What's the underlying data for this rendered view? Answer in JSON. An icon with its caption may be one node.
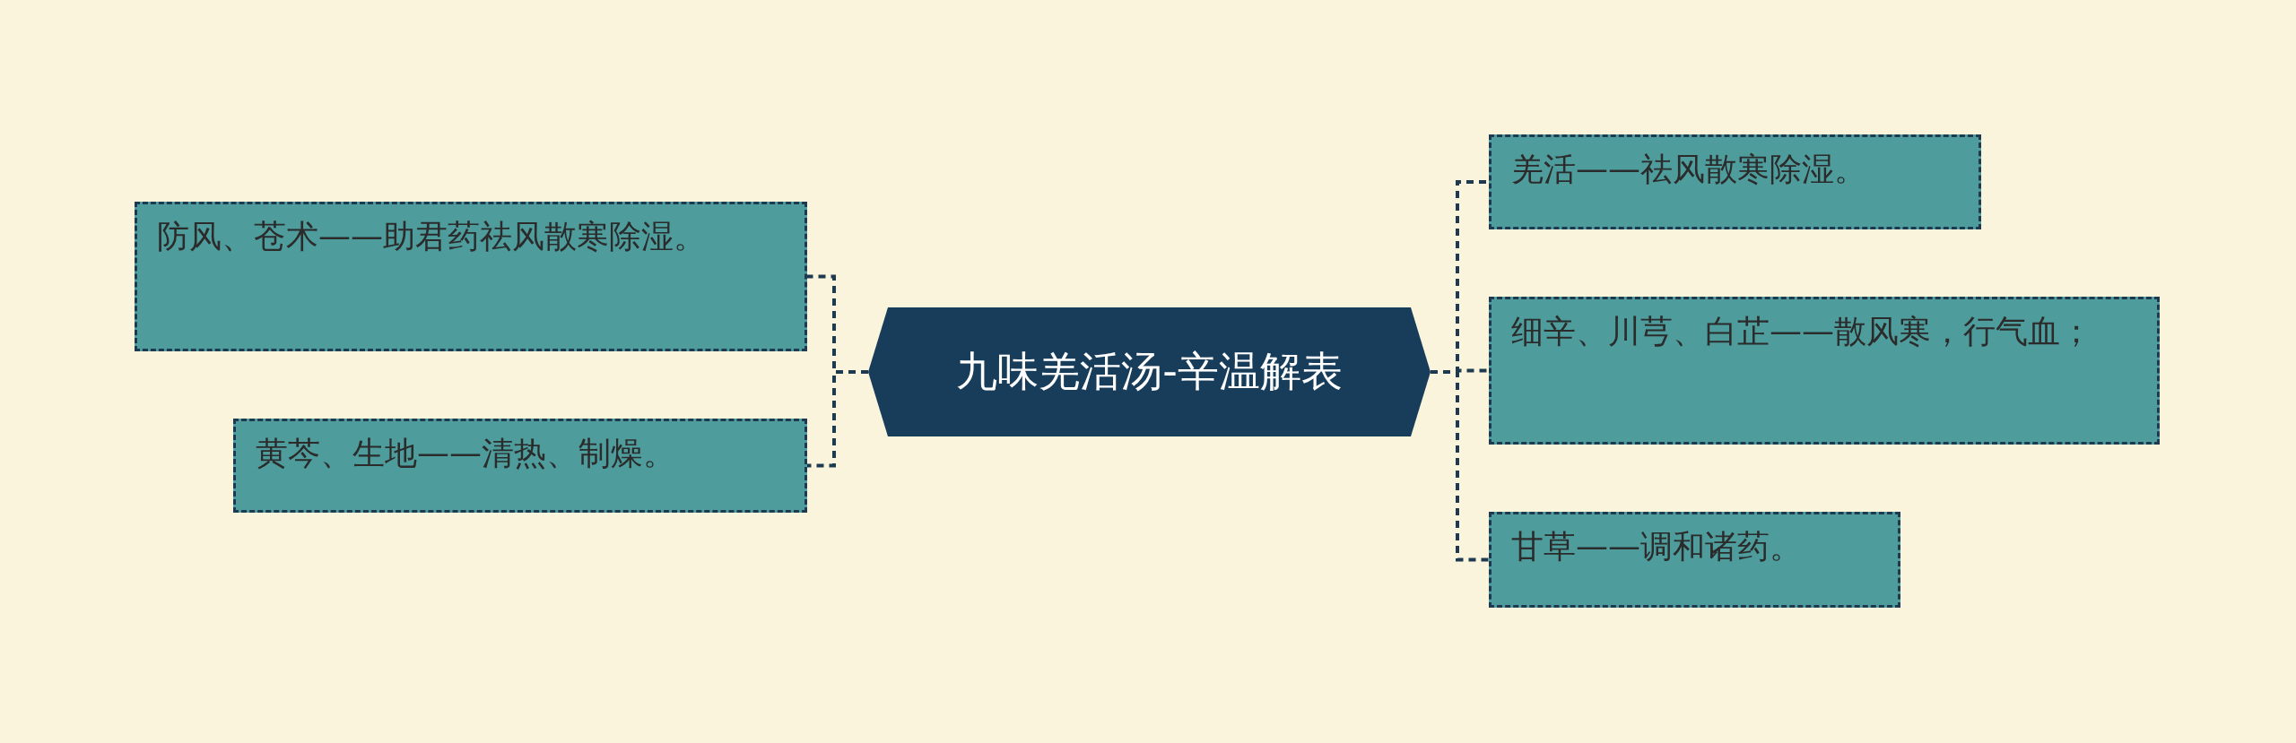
{
  "diagram": {
    "nodes": [
      {
        "text": [
          "九味羌活汤-辛温解表"
        ]
      },
      {
        "text": [
          "防风、苍术——助君药祛风散寒除湿。"
        ]
      },
      {
        "text": [
          "黄芩、生地——清热、制燥。"
        ]
      },
      {
        "text": [
          "羌活——祛风散寒除湿。"
        ]
      },
      {
        "text": [
          "细辛、川芎、白芷——散风寒，行气血；"
        ]
      },
      {
        "text": [
          "甘草——调和诸药。"
        ]
      }
    ],
    "edges": [
      {
        "from": 0,
        "to": 1,
        "arrow": "none"
      },
      {
        "from": 0,
        "to": 2,
        "arrow": "none"
      },
      {
        "from": 0,
        "to": 3,
        "arrow": "none"
      },
      {
        "from": 0,
        "to": 4,
        "arrow": "none"
      },
      {
        "from": 0,
        "to": 5,
        "arrow": "none"
      }
    ]
  }
}
